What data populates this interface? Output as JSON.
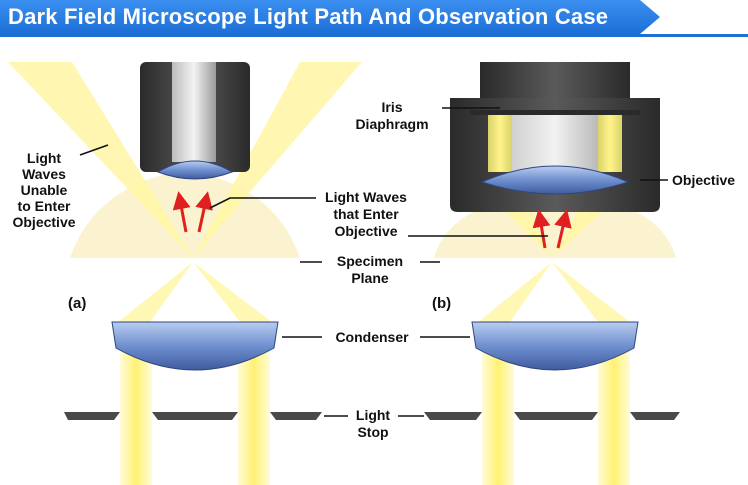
{
  "header": {
    "title": "Dark Field Microscope Light Path And Observation Case"
  },
  "diagram": {
    "panel_a_tag": "(a)",
    "panel_b_tag": "(b)",
    "labels": {
      "unable_1": "Light",
      "unable_2": "Waves",
      "unable_3": "Unable",
      "unable_4": "to Enter",
      "unable_5": "Objective",
      "enter_1": "Light Waves",
      "enter_2": "that Enter",
      "enter_3": "Objective",
      "specimen_1": "Specimen",
      "specimen_2": "Plane",
      "condenser": "Condenser",
      "stop_1": "Light",
      "stop_2": "Stop",
      "iris_1": "Iris",
      "iris_2": "Diaphragm",
      "objective": "Objective"
    },
    "colors": {
      "banner": "#1d6fd6",
      "light_beam": "#fff39a",
      "lens": "#6f8fcf",
      "housing": "#3a3a3a",
      "arrows": "#e02020",
      "cone": "#fbf3cf"
    }
  }
}
